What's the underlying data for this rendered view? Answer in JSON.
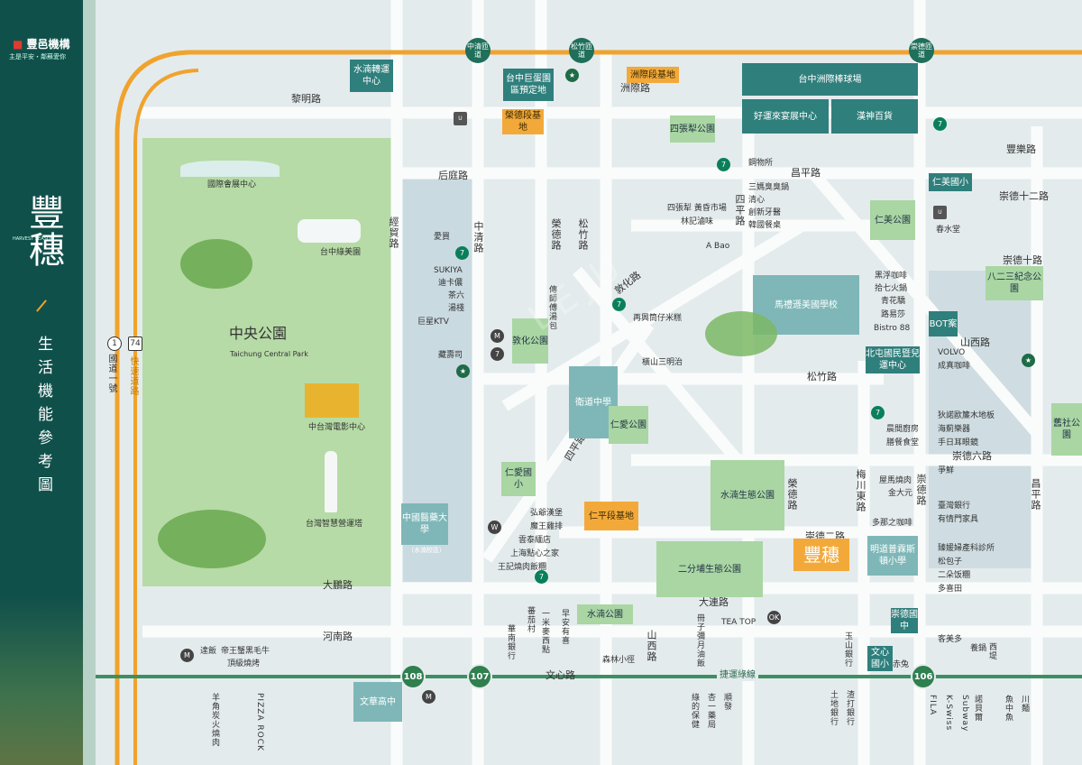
{
  "brand": {
    "company": "豐邑機構",
    "company_tagline": "主是平安・鄰蘇愛你",
    "project_name": "豐穗",
    "project_latin": "HARVEST SEASON",
    "map_title": "生活機能參考圖",
    "brand_color": "#10504b"
  },
  "colors": {
    "expressway": "#f0a32c",
    "metro": "#3d8f62",
    "park": "#a9d6a3",
    "dark_block": "#2f7f7c",
    "site": "#f3a93a"
  },
  "watermark": "LEJU",
  "highway": {
    "national_no": "1",
    "national_label": "國道一號",
    "express_no": "74",
    "express_label": "快速道路"
  },
  "interchanges": [
    "中清匝道",
    "松竹匝道",
    "崇德匝道"
  ],
  "roads": {
    "liming": "黎明路",
    "houting": "后庭路",
    "jingmao": "經貿路",
    "zhongqing": "中清路",
    "rongde_n": "榮德路",
    "songzhu_n": "松竹路",
    "dunhua": "敦化路",
    "siping": "四平路",
    "changping": "昌平路",
    "fengle": "豐樂路",
    "chongde12": "崇德十二路",
    "chongde10": "崇德十路",
    "shanxi_n": "山西路",
    "songzhu_r": "松竹路",
    "chongde6": "崇德六路",
    "changping_s": "昌平路",
    "rongde_s": "榮德路",
    "meichuan": "梅川東路",
    "chongde_v": "崇德路",
    "chongde2": "崇德二路",
    "dapeng": "大鵬路",
    "henan": "河南路",
    "dalian": "大連路",
    "shanxi_s": "山西路",
    "wenxin": "文心路",
    "metro_line": "捷運綠線",
    "zhou": "洲際路",
    "siping_road": "四平路"
  },
  "metro_stations": [
    "108",
    "107",
    "106"
  ],
  "blocks": {
    "shuinan_hub": "水湳轉運中心",
    "tc_giant_egg": "台中巨蛋園區預定地",
    "rongde_site": "榮德段基地",
    "zhouji_site": "洲際段基地",
    "baseball": "台中洲際棒球場",
    "hao_yun_lai": "好運來宴展中心",
    "hanshin": "漢神百貨",
    "sizhangli_park": "四張犁公園",
    "renmei_elem": "仁美國小",
    "renmei_park": "仁美公園",
    "bahersan_park": "八二三紀念公園",
    "ma_li_xun": "馬禮遜美國學校",
    "bot": "BOT案",
    "beitun_center": "北屯國民暨兒運中心",
    "dunhua_park": "敦化公園",
    "weidao_high": "衛道中學",
    "renai_park": "仁愛公園",
    "renai_elem": "仁愛國小",
    "renping_site": "仁平段基地",
    "shuinan_eco": "水湳生態公園",
    "erfenpu_park": "二分埔生態公園",
    "mingdao_school": "明道普霖斯頓小學",
    "chongde_junior": "崇德國中",
    "wenxin_elem": "文心國小",
    "shuinan_park": "水湳公園",
    "cmu": "中國醫藥大學",
    "cmu_sub": "（水湳校區）",
    "wenhua_high": "文華高中",
    "jiushe_park": "舊社公園",
    "subject_site": "豐穗"
  },
  "park": {
    "central_cn": "中央公園",
    "central_en": "Taichung Central Park",
    "expo": "國際會展中心",
    "green_museum": "台中綠美園",
    "film_center": "中台灣電影中心",
    "smart_tower": "台灣智慧營運塔"
  },
  "pois": {
    "aimai": "愛買",
    "sukiya": "SUKIYA",
    "dick": "迪卡儂",
    "chaliu": "茶六",
    "tangxiang": "湯棧",
    "ktv": "巨星KTV",
    "cangqian": "藏壽司",
    "chu": "傳師傅湯包",
    "zaixing": "再興筒仔米糕",
    "hengshan": "橫山三明治",
    "hong": "弘爺漢堡",
    "mowang": "魔王雞排",
    "yuntai": "雲泰緬店",
    "shanghai": "上海點心之家",
    "wangji": "王記燒肉飯糰",
    "gangwu": "鋼物所",
    "sanma": "三媽臭臭鍋",
    "qingxin": "清心",
    "chuangxin": "創新牙醫",
    "hanguo": "韓國餐桌",
    "sizhangli_m": "四張犁 黃昏市場",
    "linji": "林記滷味",
    "abao": "A Bao",
    "chunshui": "春水堂",
    "heifu": "黑浮咖啡",
    "qiqi": "拾七火鍋",
    "qinghua": "青花驕",
    "lu_yi": "路易莎",
    "bistro": "Bistro 88",
    "volvo": "VOLVO",
    "chengmei": "成真咖啡",
    "dinuo": "狄諾歐簾木地板",
    "haiqian": "海薊樂器",
    "shougong": "手日耳眼鏡",
    "wuxing": "晨間廚房",
    "pengrao": "膳餐食堂",
    "wuma": "屋馬燒肉",
    "jinda": "金大元",
    "duona": "多那之咖啡",
    "zhengxian": "爭鮮",
    "taiwan_bank": "臺灣銀行",
    "youqing": "有情門家具",
    "zhenyuan": "臻媛婦產科診所",
    "songbao": "松包子",
    "erduo": "二朵饭糰",
    "duoxi": "多喜田",
    "keme": "客美多",
    "fanqie": "蕃茄村",
    "huanan": "華南銀行",
    "mimi": "一米麥西點",
    "zaoan": "早安有喜",
    "senlin": "森林小徑",
    "cezi": "冊子彌月油飯",
    "tea_top": "TEA TOP",
    "shunfa": "順發",
    "xingyi": "杏一藥局",
    "luke": "綠的保健",
    "yushan": "玉山銀行",
    "yang_guo": "養鍋",
    "xiti": "西堤",
    "zhifu": "渣打銀行",
    "tudi": "土地銀行",
    "chitu": "赤兔",
    "subway": "Subway",
    "kswiss": "K-Swiss",
    "fila": "FILA",
    "nuolin": "諾貝爾",
    "yutang": "魚中魚",
    "chuan": "川麵",
    "pizza": "PIZZA ROCK",
    "diwang": "帝王蟹黑毛牛",
    "lubang": "羊角炭火燒肉",
    "dingji": "頂級燒烤",
    "wanxing": "達飯"
  }
}
